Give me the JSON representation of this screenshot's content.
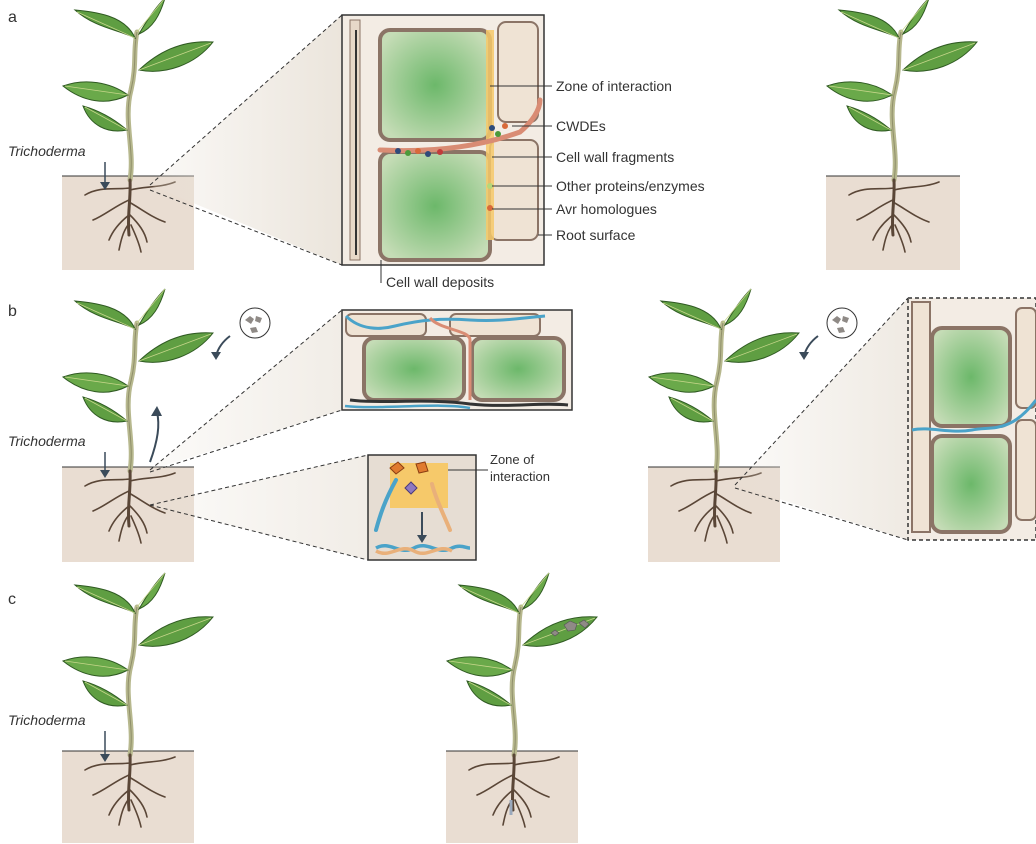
{
  "panels": {
    "a": {
      "letter": "a",
      "trichoderma": "Trichoderma",
      "callouts": [
        "Zone of interaction",
        "CWDEs",
        "Cell wall fragments",
        "Other proteins/enzymes",
        "Avr homologues",
        "Root surface"
      ],
      "bottom_callout": "Cell wall deposits"
    },
    "b": {
      "letter": "b",
      "trichoderma": "Trichoderma",
      "zone_label_1": "Zone of",
      "zone_label_2": "interaction"
    },
    "c": {
      "letter": "c",
      "trichoderma": "Trichoderma"
    }
  },
  "colors": {
    "soil": "#e9ddd2",
    "leaf": "#5f9e42",
    "leaf_dark": "#3f7a2c",
    "stem": "#b7b88e",
    "cell_fill": "#7fbf72",
    "cell_wall": "#8b7466",
    "hypha_red": "#d98c74",
    "hypha_blue": "#4aa3c9",
    "hypha_orange": "#e9b07a",
    "zone_yellow": "#f6c96a",
    "lesion": "#8f8a86",
    "arrow": "#3b4b5a"
  }
}
